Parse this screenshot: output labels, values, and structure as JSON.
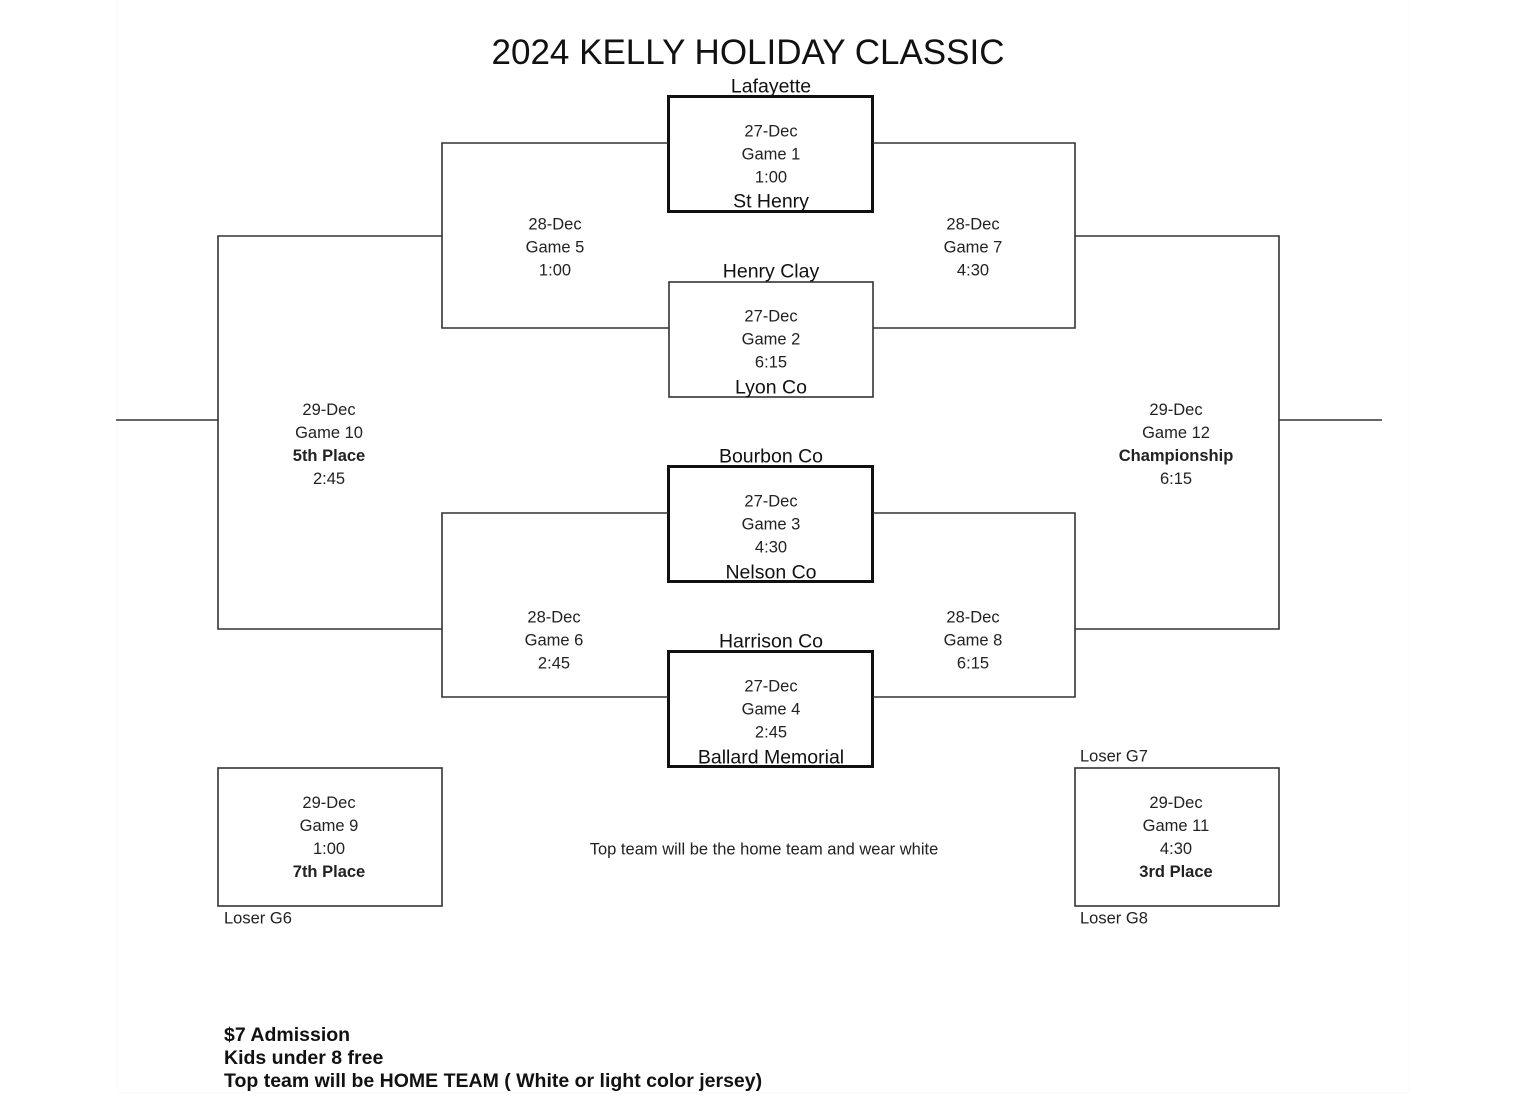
{
  "title": "2024 KELLY HOLIDAY CLASSIC",
  "first_round": [
    {
      "date": "27-Dec",
      "game": "Game 1",
      "time": "1:00",
      "top_team": "Lafayette",
      "bottom_team": "St Henry"
    },
    {
      "date": "27-Dec",
      "game": "Game 2",
      "time": "6:15",
      "top_team": "Henry Clay",
      "bottom_team": "Lyon Co"
    },
    {
      "date": "27-Dec",
      "game": "Game 3",
      "time": "4:30",
      "top_team": "Bourbon Co",
      "bottom_team": "Nelson Co"
    },
    {
      "date": "27-Dec",
      "game": "Game 4",
      "time": "2:45",
      "top_team": "Harrison Co",
      "bottom_team": "Ballard Memorial"
    }
  ],
  "second_round": {
    "game5": {
      "date": "28-Dec",
      "game": "Game 5",
      "time": "1:00"
    },
    "game6": {
      "date": "28-Dec",
      "game": "Game 6",
      "time": "2:45"
    },
    "game7": {
      "date": "28-Dec",
      "game": "Game 7",
      "time": "4:30"
    },
    "game8": {
      "date": "28-Dec",
      "game": "Game 8",
      "time": "6:15"
    }
  },
  "finals": {
    "game10": {
      "date": "29-Dec",
      "game": "Game 10",
      "label": "5th Place",
      "time": "2:45"
    },
    "game12": {
      "date": "29-Dec",
      "game": "Game 12",
      "label": "Championship",
      "time": "6:15"
    },
    "game9": {
      "date": "29-Dec",
      "game": "Game 9",
      "time": "1:00",
      "label": "7th Place",
      "bottom_feed": "Loser G6"
    },
    "game11": {
      "date": "29-Dec",
      "game": "Game 11",
      "time": "4:30",
      "label": "3rd Place",
      "top_feed": "Loser G7",
      "bottom_feed": "Loser G8"
    }
  },
  "note": "Top team will be the home team and wear white",
  "footer": [
    "$7 Admission",
    "Kids under 8 free",
    "Top team will be HOME TEAM ( White or light color jersey)"
  ]
}
